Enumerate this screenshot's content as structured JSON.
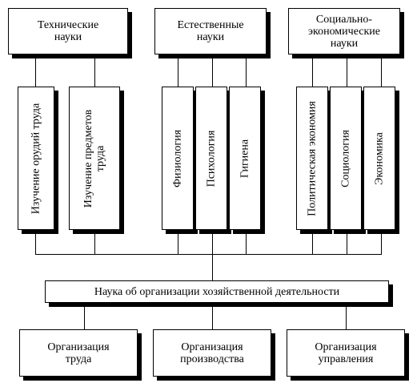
{
  "categories": {
    "technical": "Технические науки",
    "natural": "Естественные науки",
    "socio_economic": "Социально-экономические науки"
  },
  "sciences": {
    "tools_study": "Изучение орудий труда",
    "objects_study": "Изучение предметов труда",
    "physiology": "Физиология",
    "psychology": "Психология",
    "hygiene": "Гигиена",
    "political_economy": "Политическая экономия",
    "sociology": "Социология",
    "economics": "Экономика"
  },
  "central": "Наука об организации хозяйственной деятельности",
  "outcomes": {
    "labor": "Организация труда",
    "production": "Организация производства",
    "management": "Организация управления"
  }
}
